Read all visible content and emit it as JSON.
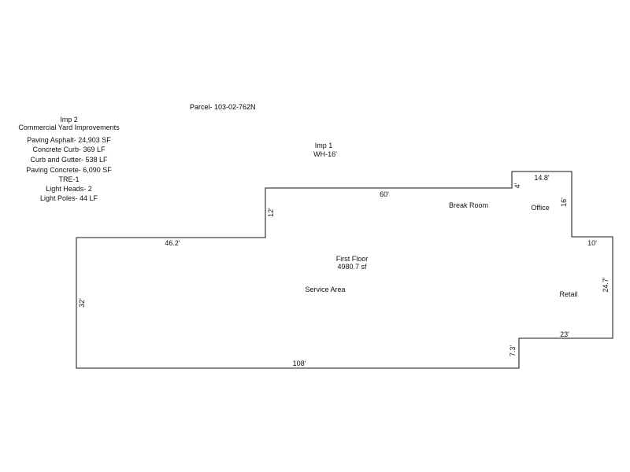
{
  "parcel": "Parcel- 103-02-762N",
  "imp2": {
    "title": "Imp 2",
    "subtitle": "Commercial Yard Improvements",
    "items": [
      "Paving Asphalt- 24,903  SF",
      "Concrete Curb-  369 LF",
      "Curb and Gutter- 538  LF",
      "Paving Concrete-  6,090  SF",
      "TRE-1",
      "Light Heads- 2",
      "Light Poles-  44  LF"
    ]
  },
  "imp1": {
    "title": "Imp 1",
    "subtitle": "WH-16'"
  },
  "floor": {
    "name": "First Floor",
    "area": "4980.7 sf"
  },
  "rooms": {
    "break_room": "Break Room",
    "office": "Office",
    "service_area": "Service Area",
    "retail": "Retail"
  },
  "dimensions": {
    "d60": "60'",
    "d14_8": "14.8'",
    "d4": "4'",
    "d16": "16'",
    "d12": "12'",
    "d46_2": "46.2'",
    "d10": "10'",
    "d32": "32'",
    "d24_7": "24.7'",
    "d23": "23'",
    "d7_3": "7.3'",
    "d108": "108'"
  }
}
